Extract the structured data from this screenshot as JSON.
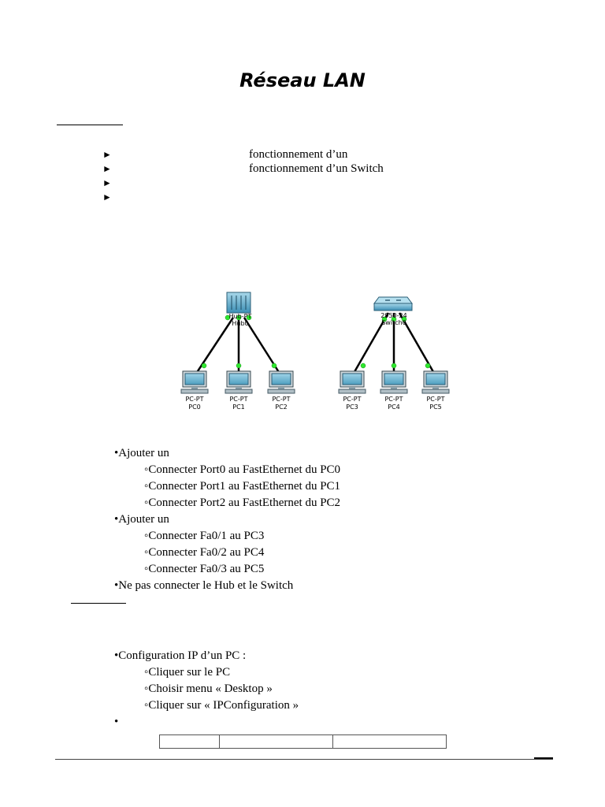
{
  "title": "Réseau LAN",
  "objectives": [
    {
      "text": "fonctionnement d’un"
    },
    {
      "text": "fonctionnement d’un Switch"
    },
    {
      "text": ""
    },
    {
      "text": ""
    }
  ],
  "diagram": {
    "hub": {
      "label1": "Hub-PT",
      "label2": "Hub0"
    },
    "switch": {
      "label1": "2950-24",
      "label2": "Switch0"
    },
    "pcs": [
      {
        "type": "PC-PT",
        "name": "PC0"
      },
      {
        "type": "PC-PT",
        "name": "PC1"
      },
      {
        "type": "PC-PT",
        "name": "PC2"
      },
      {
        "type": "PC-PT",
        "name": "PC3"
      },
      {
        "type": "PC-PT",
        "name": "PC4"
      },
      {
        "type": "PC-PT",
        "name": "PC5"
      }
    ]
  },
  "steps": [
    {
      "bullet": "•",
      "text": "Ajouter un"
    },
    {
      "bullet": "◦",
      "text": "Connecter Port0 au FastEthernet du PC0"
    },
    {
      "bullet": "◦",
      "text": "Connecter Port1 au FastEthernet du PC1"
    },
    {
      "bullet": "◦",
      "text": "Connecter Port2 au FastEthernet du PC2"
    },
    {
      "bullet": "•",
      "text": "Ajouter un"
    },
    {
      "bullet": "◦",
      "text": "Connecter Fa0/1 au PC3"
    },
    {
      "bullet": "◦",
      "text": "Connecter Fa0/2 au PC4"
    },
    {
      "bullet": "◦",
      "text": "Connecter Fa0/3 au PC5"
    },
    {
      "bullet": "•",
      "text": "Ne pas connecter le Hub et le Switch"
    }
  ],
  "config": [
    {
      "bullet": "•",
      "text": "Configuration IP d’un PC :"
    },
    {
      "bullet": "◦",
      "text": "Cliquer sur le PC"
    },
    {
      "bullet": "◦",
      "text": "Choisir menu « Desktop »"
    },
    {
      "bullet": "◦",
      "text": "Cliquer sur « IPConfiguration »"
    },
    {
      "bullet": "•",
      "text": ""
    }
  ]
}
